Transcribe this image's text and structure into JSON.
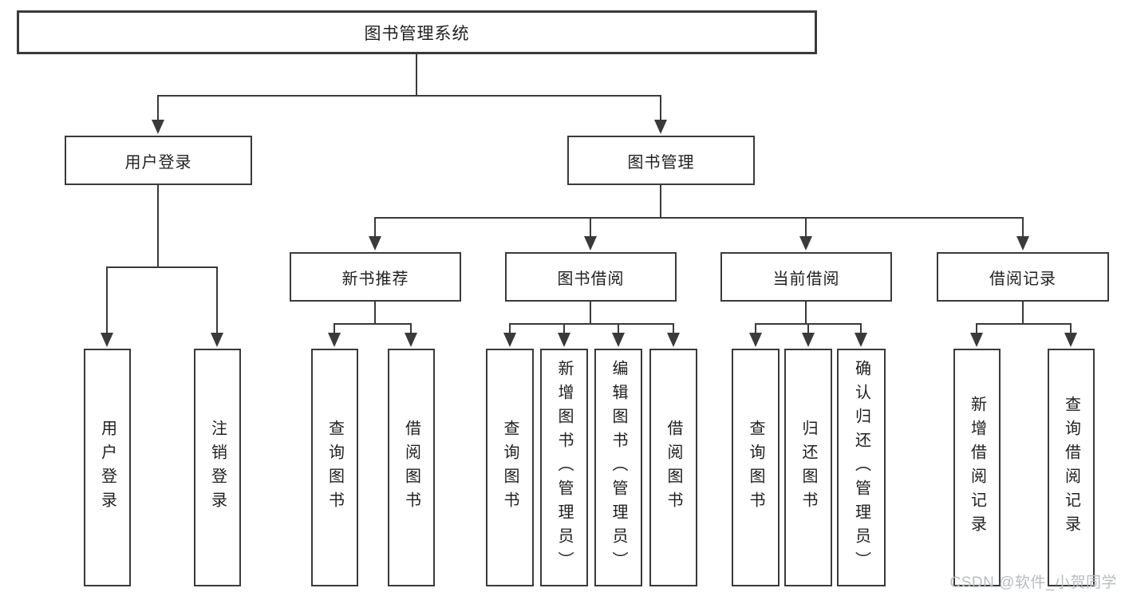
{
  "diagram": {
    "root": "图书管理系统",
    "login_branch": {
      "label": "用户登录",
      "leaves": [
        "用户登录",
        "注销登录"
      ]
    },
    "management_branch": {
      "label": "图书管理",
      "groups": [
        {
          "label": "新书推荐",
          "leaves": [
            "查询图书",
            "借阅图书"
          ]
        },
        {
          "label": "图书借阅",
          "leaves": [
            "查询图书",
            "新增图书（管理员）",
            "编辑图书（管理员）",
            "借阅图书"
          ]
        },
        {
          "label": "当前借阅",
          "leaves": [
            "查询图书",
            "归还图书",
            "确认归还（管理员）"
          ]
        },
        {
          "label": "借阅记录",
          "leaves": [
            "新增借阅记录",
            "查询借阅记录"
          ]
        }
      ]
    }
  },
  "watermark": "CSDN @软件_小贺同学",
  "colors": {
    "line": "#3a3a3a",
    "text": "#1f1f1f",
    "watermark": "#b8bcbf",
    "background": "#ffffff"
  }
}
